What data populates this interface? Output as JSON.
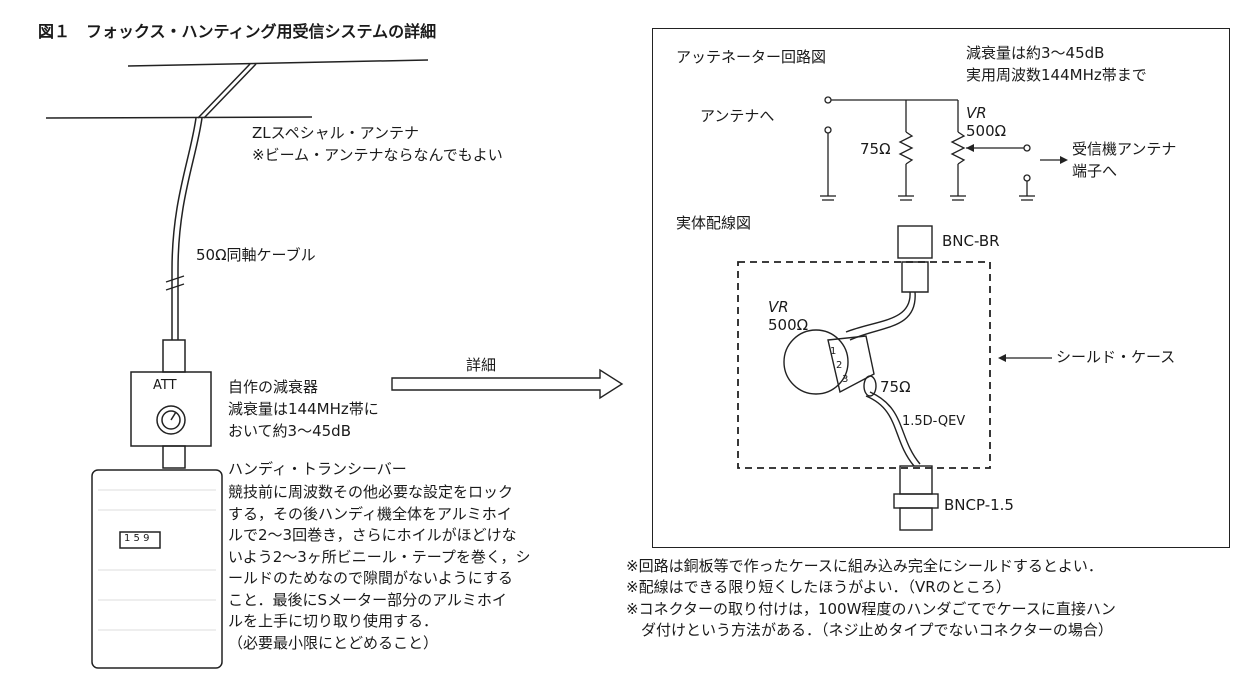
{
  "figure": {
    "title": "図１　フォックス・ハンティング用受信システムの詳細"
  },
  "left": {
    "antenna_label": "ZLスペシャル・アンテナ",
    "antenna_note": "※ビーム・アンテナならなんでもよい",
    "cable_label": "50Ω同軸ケーブル",
    "att_box_label": "ATT",
    "attenuator_title": "自作の減衰器",
    "attenuator_line2": "減衰量は144MHz帯に",
    "attenuator_line3": "おいて約3〜45dB",
    "handy_display": "1 5 9",
    "handy_title": "ハンディ・トランシーバー",
    "handy_desc": [
      "競技前に周波数その他必要な設定をロック",
      "する，その後ハンディ機全体をアルミホイ",
      "ルで2〜3回巻き，さらにホイルがほどけな",
      "いよう2〜3ヶ所ビニール・テープを巻く，シ",
      "ールドのためなので隙間がないようにする",
      "こと．最後にSメーター部分のアルミホイ",
      "ルを上手に切り取り使用する．",
      "（必要最小限にとどめること）"
    ],
    "detail_label": "詳細"
  },
  "right": {
    "circuit_title": "アッテネーター回路図",
    "spec_line1": "減衰量は約3〜45dB",
    "spec_line2": "実用周波数144MHz帯まで",
    "to_antenna": "アンテナへ",
    "r75": "75Ω",
    "vr_label": "VR",
    "vr_value": "500Ω",
    "to_receiver_1": "受信機アンテナ",
    "to_receiver_2": "端子へ",
    "wiring_title": "実体配線図",
    "bnc_br": "BNC-BR",
    "vr2_label": "VR",
    "vr2_value": "500Ω",
    "pin1": "1",
    "pin2": "2",
    "pin3": "3",
    "r75_2": "75Ω",
    "cable_type": "1.5D-QEV",
    "shield_case": "シールド・ケース",
    "bncp": "BNCP-1.5"
  },
  "notes": [
    "※回路は銅板等で作ったケースに組み込み完全にシールドするとよい．",
    "※配線はできる限り短くしたほうがよい．（VRのところ）",
    "※コネクターの取り付けは，100W程度のハンダごてでケースに直接ハン",
    "　ダ付けという方法がある．（ネジ止めタイプでないコネクターの場合）"
  ]
}
